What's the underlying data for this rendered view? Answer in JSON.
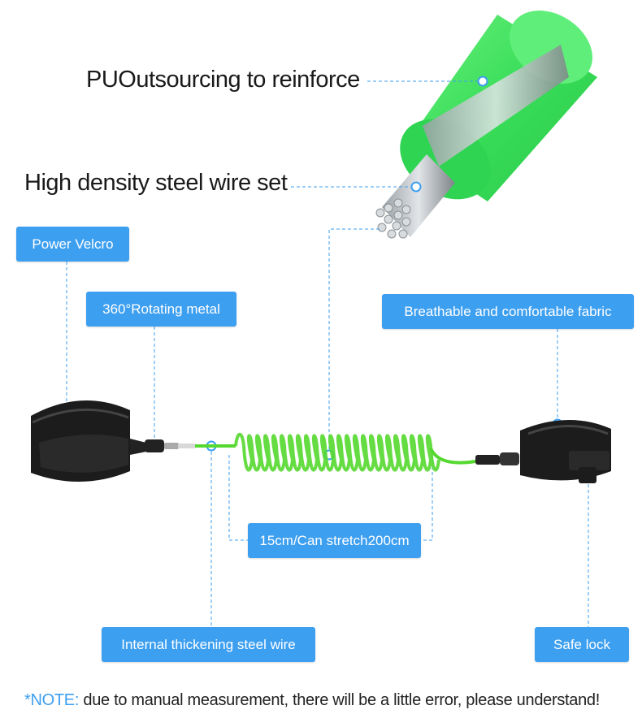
{
  "labels": {
    "pu_outsourcing": "PUOutsourcing to reinforce",
    "steel_wire_set": "High density steel wire set",
    "power_velcro": "Power Velcro",
    "rotating_metal": "360°Rotating metal",
    "breathable_fabric": "Breathable and comfortable fabric",
    "stretch_length": "15cm/Can stretch200cm",
    "internal_wire": "Internal thickening steel wire",
    "safe_lock": "Safe lock"
  },
  "note": {
    "prefix": "*NOTE:",
    "text": " due to manual measurement, there will be a little error, please understand!"
  },
  "colors": {
    "accent_blue": "#3d9ff0",
    "cable_green": "#3ee86a",
    "coil_green": "#55d82f",
    "strap_black": "#1c1c1c"
  }
}
